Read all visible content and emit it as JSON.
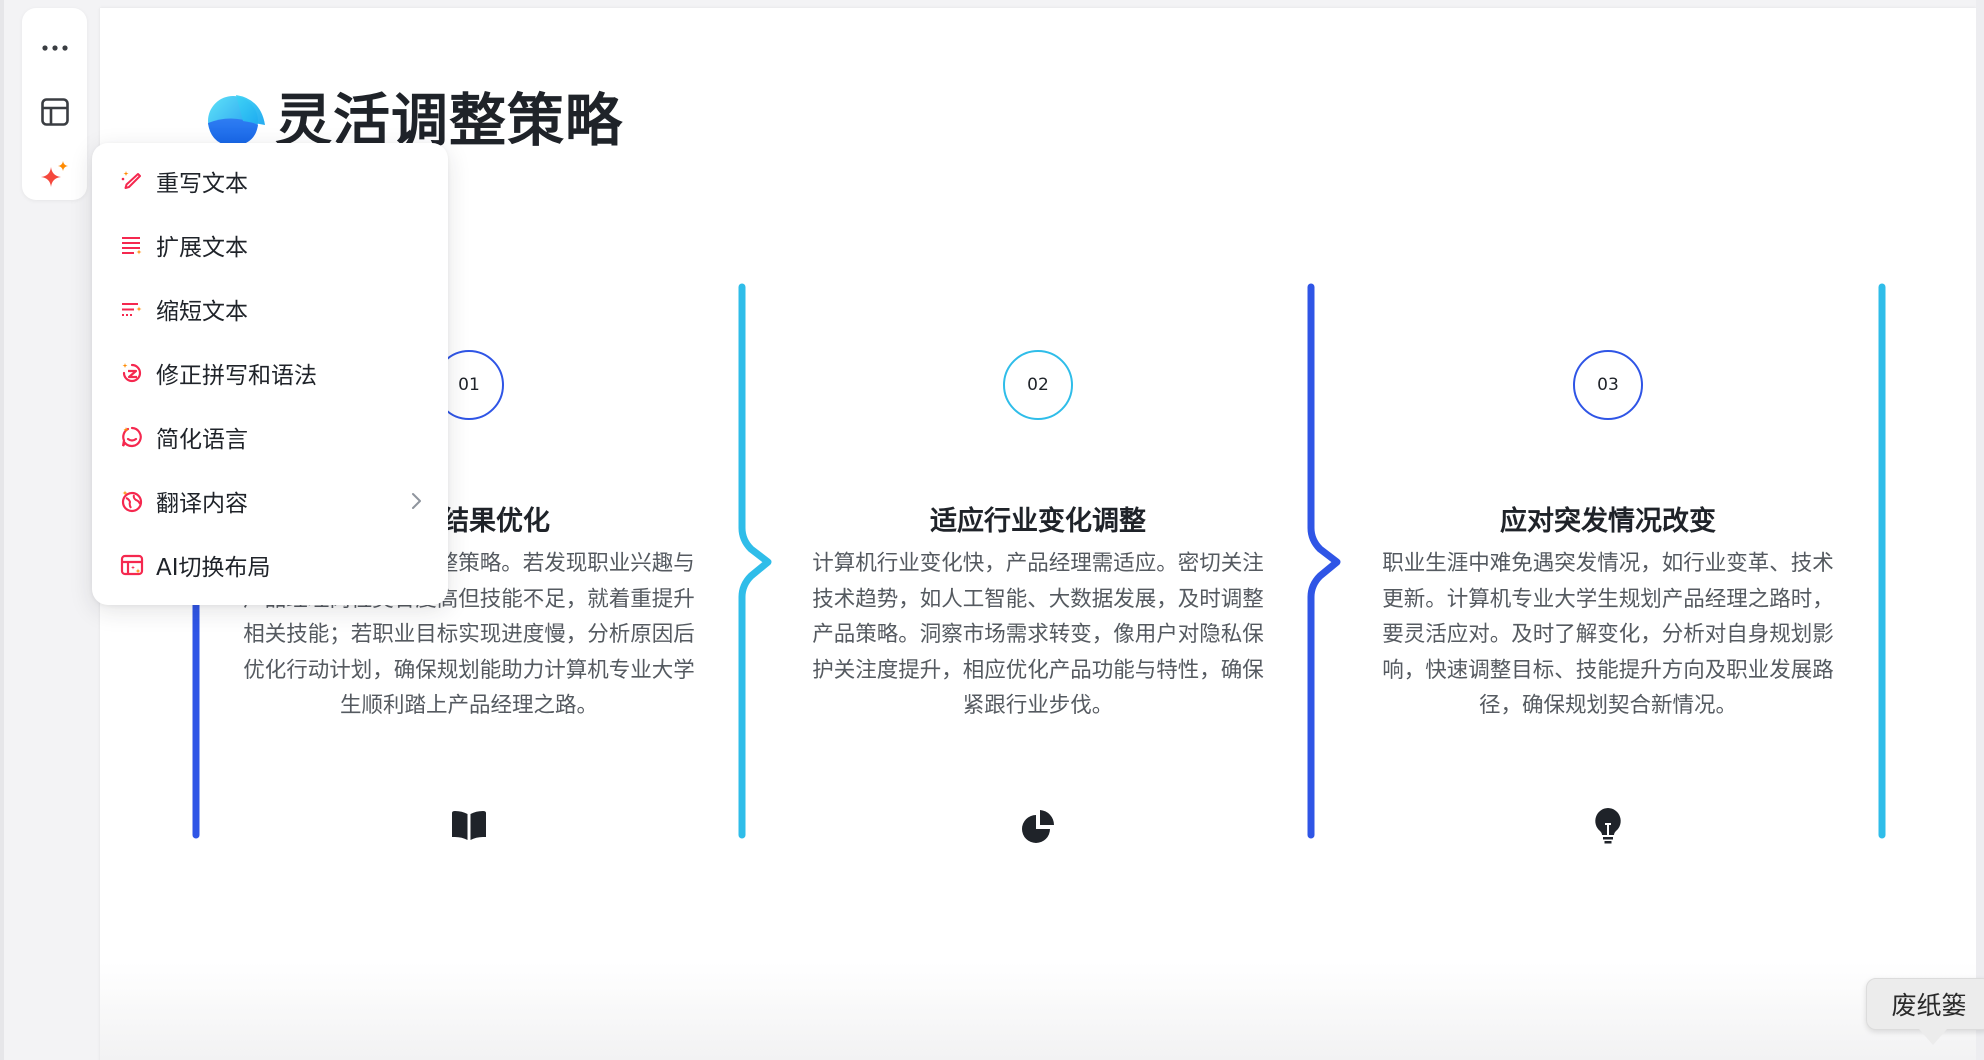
{
  "toolbar": {
    "items": [
      {
        "name": "more",
        "icon": "more-horizontal-icon"
      },
      {
        "name": "layout",
        "icon": "layout-icon"
      },
      {
        "name": "ai-assistant",
        "icon": "ai-sparkle-icon"
      }
    ]
  },
  "slide": {
    "title": "灵活调整策略",
    "logo_icon": "sphere-logo-icon",
    "colors": {
      "blue": "#2f55e6",
      "cyan": "#2fbde9",
      "text_dark": "#1f2329",
      "text_body": "#555a60"
    },
    "columns": [
      {
        "number": "01",
        "heading": "评估结果优化",
        "heading_visible": "估结果优化",
        "body": "根据评估结果及时调整策略。若发现职业兴趣与产品经理岗位契合度高但技能不足，就着重提升相关技能；若职业目标实现进度慢，分析原因后优化行动计划，确保规划能助力计算机专业大学生顺利踏上产品经理之路。",
        "body_visible_lines": [
          "调整策略。若发现职业兴",
          "合度高但技能不足，就着",
          "重提升相关技能；若职业目标实现进度慢，分",
          "析原因后优化行动计划，确保规划能助力计算",
          "机专业大学生顺利踏上产品经理之路。"
        ],
        "icon": "book-open-icon",
        "circle_color": "#2f55e6"
      },
      {
        "number": "02",
        "heading": "适应行业变化调整",
        "body": "计算机行业变化快，产品经理需适应。密切关注技术趋势，如人工智能、大数据发展，及时调整产品策略。洞察市场需求转变，像用户对隐私保护关注度提升，相应优化产品功能与特性，确保紧跟行业步伐。",
        "icon": "pie-chart-icon",
        "circle_color": "#2fbde9"
      },
      {
        "number": "03",
        "heading": "应对突发情况改变",
        "body": "职业生涯中难免遇突发情况，如行业变革、技术更新。计算机专业大学生规划产品经理之路时，要灵活应对。及时了解变化，分析对自身规划影响，快速调整目标、技能提升方向及职业发展路径，确保规划契合新情况。",
        "icon": "lightbulb-icon",
        "circle_color": "#2f55e6"
      }
    ]
  },
  "ai_menu": {
    "items": [
      {
        "label": "重写文本",
        "icon": "magic-pen-icon",
        "has_submenu": false
      },
      {
        "label": "扩展文本",
        "icon": "expand-lines-icon",
        "has_submenu": false
      },
      {
        "label": "缩短文本",
        "icon": "shorten-lines-icon",
        "has_submenu": false
      },
      {
        "label": "修正拼写和语法",
        "icon": "spell-check-icon",
        "has_submenu": false
      },
      {
        "label": "简化语言",
        "icon": "simplify-chat-icon",
        "has_submenu": false
      },
      {
        "label": "翻译内容",
        "icon": "translate-globe-icon",
        "has_submenu": true
      },
      {
        "label": "AI切换布局",
        "icon": "ai-layout-icon",
        "has_submenu": false
      }
    ],
    "icon_color": "#f5284f",
    "sparkle_color": "#ff8a00"
  },
  "tooltip": {
    "label": "废纸篓"
  }
}
